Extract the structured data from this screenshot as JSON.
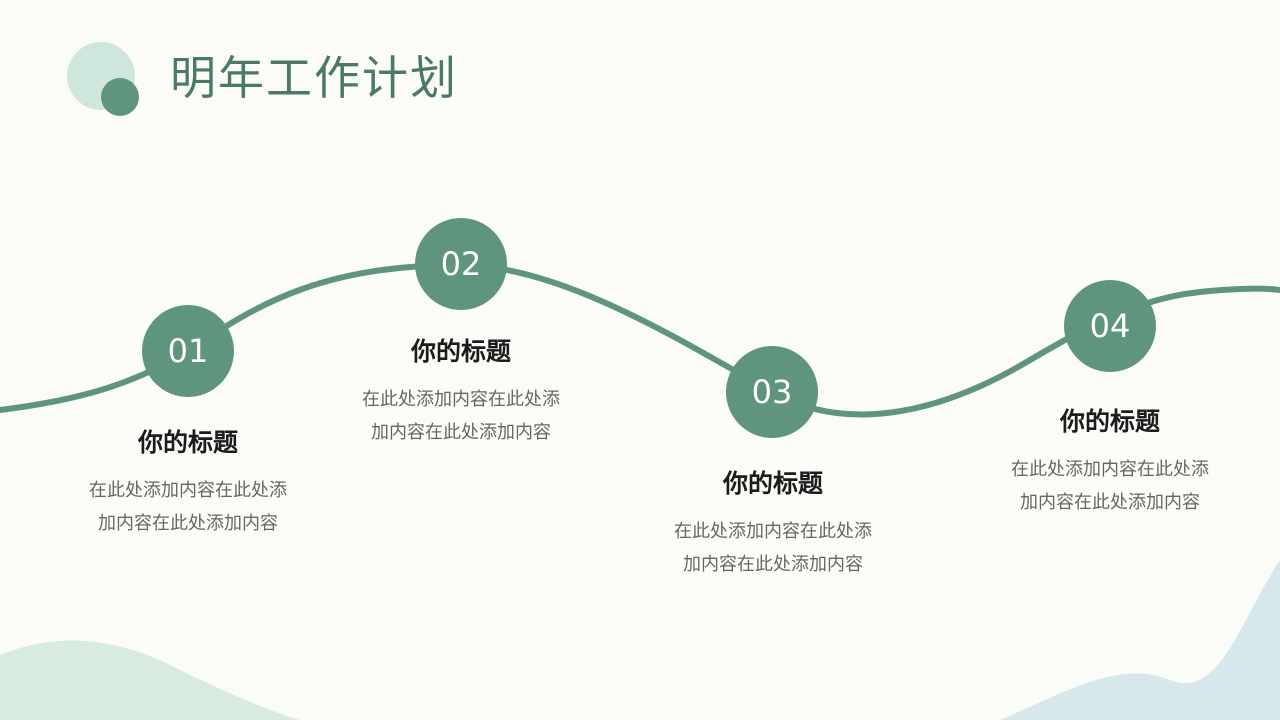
{
  "header": {
    "title": "明年工作计划"
  },
  "colors": {
    "accent": "#5f957d",
    "accent_light": "#cfe6dc",
    "background": "#fbfcf7",
    "wave_green": "#d8ebe0",
    "wave_blue": "#d6e8ec"
  },
  "steps": [
    {
      "number": "01",
      "title": "你的标题",
      "body": "在此处添加内容在此处添加内容在此处添加内容"
    },
    {
      "number": "02",
      "title": "你的标题",
      "body": "在此处添加内容在此处添加内容在此处添加内容"
    },
    {
      "number": "03",
      "title": "你的标题",
      "body": "在此处添加内容在此处添加内容在此处添加内容"
    },
    {
      "number": "04",
      "title": "你的标题",
      "body": "在此处添加内容在此处添加内容在此处添加内容"
    }
  ]
}
